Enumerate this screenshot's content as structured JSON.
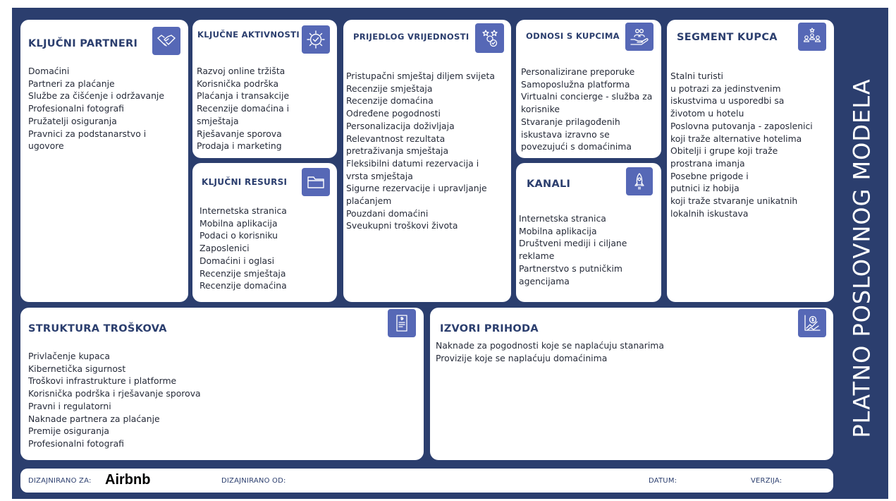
{
  "canvas_title": "PLATNO POSLOVNOG MODELA",
  "colors": {
    "background": "#2b3e6e",
    "card": "#ffffff",
    "accent": "#5668b6",
    "heading": "#2b3e6e"
  },
  "key_partners": {
    "title": "KLJUČNI PARTNERI",
    "icon": "handshake-icon",
    "items": [
      "Domaćini",
      "Partneri za plaćanje",
      "Službe za čišćenje i održavanje",
      "Profesionalni fotografi",
      "Pružatelji osiguranja",
      "Pravnici za podstanarstvo i",
      "ugovore"
    ]
  },
  "key_activities": {
    "title": "KLJUČNE AKTIVNOSTI",
    "icon": "gear-check-icon",
    "items": [
      "Razvoj online tržišta",
      "Korisnička podrška",
      "Plaćanja i transakcije",
      "Recenzije domaćina i",
      "smještaja",
      "Rješavanje sporova",
      "Prodaja i marketing"
    ]
  },
  "key_resources": {
    "title": "KLJUČNI RESURSI",
    "icon": "folder-icon",
    "items": [
      "Internetska stranica",
      "Mobilna aplikacija",
      "Podaci o korisniku",
      "Zaposlenici",
      "Domaćini i oglasi",
      "Recenzije smještaja",
      "Recenzije domaćina"
    ]
  },
  "value_proposition": {
    "title": "PRIJEDLOG VRIJEDNOSTI",
    "icon": "stars-badge-icon",
    "items": [
      "Pristupačni smještaj diljem svijeta",
      "Recenzije smještaja",
      "Recenzije domaćina",
      "Određene pogodnosti",
      "Personalizacija doživljaja",
      "Relevantnost rezultata",
      "pretraživanja smještaja",
      "Fleksibilni datumi rezervacija i",
      "vrsta smještaja",
      "Sigurne rezervacije i upravljanje",
      "plaćanjem",
      "Pouzdani domaćini",
      "Sveukupni troškovi života"
    ]
  },
  "customer_relationships": {
    "title": "ODNOSI S KUPCIMA",
    "icon": "people-hand-icon",
    "items": [
      "Personalizirane preporuke",
      "Samoposlužna platforma",
      "Virtualni concierge - služba za",
      "korisnike",
      "Stvaranje prilagođenih",
      "iskustava izravno se",
      "povezujući s domaćinima"
    ]
  },
  "channels": {
    "title": "KANALI",
    "icon": "rocket-icon",
    "items": [
      "Internetska stranica",
      "Mobilna aplikacija",
      "Društveni mediji i ciljane",
      "reklame",
      "Partnerstvo s putničkim",
      "agencijama"
    ]
  },
  "customer_segments": {
    "title": "SEGMENT KUPCA",
    "icon": "user-group-icon",
    "items": [
      "Stalni turisti",
      "u potrazi za jedinstvenim",
      "iskustvima u usporedbi sa",
      "životom u hotelu",
      "Poslovna putovanja - zaposlenici",
      "koji traže alternative hotelima",
      "Obitelji i grupe koji traže",
      "prostrana imanja",
      "Posebne prigode i",
      "putnici iz hobija",
      "koji traže stvaranje unikatnih",
      "lokalnih iskustava"
    ]
  },
  "cost_structure": {
    "title": "STRUKTURA TROŠKOVA",
    "icon": "receipt-icon",
    "items": [
      "Privlačenje kupaca",
      "Kibernetička sigurnost",
      "Troškovi infrastrukture i platforme",
      "Korisnička podrška i rješavanje sporova",
      "Pravni i regulatorni",
      "Naknade partnera za plaćanje",
      "Premije osiguranja",
      "Profesionalni fotografi"
    ]
  },
  "revenue_streams": {
    "title": "IZVORI PRIHODA",
    "icon": "revenue-chart-icon",
    "items": [
      "Naknade za pogodnosti koje se naplaćuju stanarima",
      "Provizije koje se naplaćuju domaćinima"
    ]
  },
  "footer": {
    "designed_for_label": "DIZAJNIRANO ZA:",
    "designed_for_value": "Airbnb",
    "designed_by_label": "DIZAJNIRANO OD:",
    "date_label": "DATUM:",
    "version_label": "VERZIJA:"
  }
}
